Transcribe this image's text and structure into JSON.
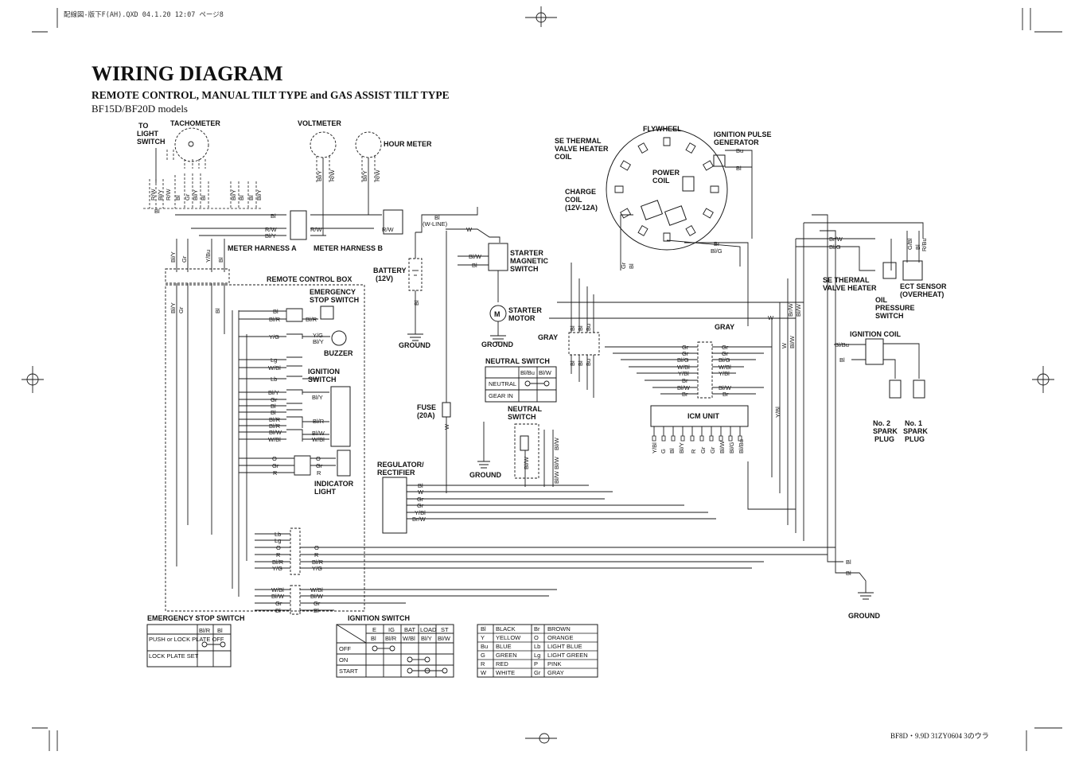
{
  "header": {
    "print_info": "配線図-版下F(AH).QXD  04.1.20  12:07  ページ8",
    "footer": "BF8D・9.9D  31ZY0604  3のウラ"
  },
  "title": "WIRING DIAGRAM",
  "subtitle": "REMOTE CONTROL, MANUAL TILT TYPE and GAS ASSIST TILT TYPE",
  "models": "BF15D/BF20D models",
  "components": {
    "to_light_switch": [
      "TO",
      "LIGHT",
      "SWITCH"
    ],
    "tachometer": "TACHOMETER",
    "voltmeter": "VOLTMETER",
    "hour_meter": "HOUR METER",
    "meter_harness_a": "METER HARNESS A",
    "meter_harness_b": "METER HARNESS B",
    "remote_control_box": "REMOTE CONTROL BOX",
    "emergency_stop_switch": [
      "EMERGENCY",
      "STOP SWITCH"
    ],
    "buzzer": "BUZZER",
    "ignition_switch": [
      "IGNITION",
      "SWITCH"
    ],
    "indicator_light": [
      "INDICATOR",
      "LIGHT"
    ],
    "battery": [
      "BATTERY",
      "(12V)"
    ],
    "ground": "GROUND",
    "w_line": [
      "Bl",
      "(W-LINE)"
    ],
    "starter_magnetic_switch": [
      "STARTER",
      "MAGNETIC",
      "SWITCH"
    ],
    "starter_motor": [
      "STARTER",
      "MOTOR"
    ],
    "neutral_switch": "NEUTRAL SWITCH",
    "neutral_switch_2": [
      "NEUTRAL",
      "SWITCH"
    ],
    "fuse": [
      "FUSE",
      "(20A)"
    ],
    "regulator_rectifier": [
      "REGULATOR/",
      "RECTIFIER"
    ],
    "se_thermal_valve_heater_coil": [
      "SE THERMAL",
      "VALVE HEATER",
      "COIL"
    ],
    "flywheel": "FLYWHEEL",
    "power_coil": [
      "POWER",
      "COIL"
    ],
    "charge_coil": [
      "CHARGE",
      "COIL",
      "(12V-12A)"
    ],
    "ignition_pulse_generator": [
      "IGNITION PULSE",
      "GENERATOR"
    ],
    "gray": "GRAY",
    "icm_unit": "ICM UNIT",
    "se_thermal_valve_heater": [
      "SE THERMAL",
      "VALVE HEATER"
    ],
    "ect_sensor": [
      "ECT SENSOR",
      "(OVERHEAT)"
    ],
    "oil_pressure_switch": [
      "OIL",
      "PRESSURE",
      "SWITCH"
    ],
    "ignition_coil": "IGNITION COIL",
    "spark_plug_2": [
      "No. 2",
      "SPARK",
      "PLUG"
    ],
    "spark_plug_1": [
      "No. 1",
      "SPARK",
      "PLUG"
    ],
    "starter_m": "M"
  },
  "neutral_table": {
    "cols": [
      "Bl/Bu",
      "Bl/W"
    ],
    "rows": [
      "NEUTRAL",
      "GEAR IN"
    ]
  },
  "emergency_table": {
    "title": "EMERGENCY STOP SWITCH",
    "cols": [
      "Bl/R",
      "Bl"
    ],
    "rows": [
      "PUSH or LOCK PLATE OFF",
      "LOCK PLATE SET"
    ]
  },
  "ignition_table": {
    "title": "IGNITION SWITCH",
    "top_cols": [
      "E",
      "IG",
      "BAT",
      "LOAD",
      "ST"
    ],
    "sub_cols": [
      "Bl",
      "Bl/R",
      "W/Bl",
      "Bl/Y",
      "Bl/W"
    ],
    "rows": [
      "OFF",
      "ON",
      "START"
    ]
  },
  "color_codes": [
    [
      "Bl",
      "BLACK",
      "Br",
      "BROWN"
    ],
    [
      "Y",
      "YELLOW",
      "O",
      "ORANGE"
    ],
    [
      "Bu",
      "BLUE",
      "Lb",
      "LIGHT BLUE"
    ],
    [
      "G",
      "GREEN",
      "Lg",
      "LIGHT GREEN"
    ],
    [
      "R",
      "RED",
      "P",
      "PINK"
    ],
    [
      "W",
      "WHITE",
      "Gr",
      "GRAY"
    ]
  ],
  "wire_labels": {
    "remote_left": [
      "Bl",
      "Bl/R",
      "Y/G",
      "Lg",
      "W/Bl",
      "Lb",
      "Bl/Y",
      "Gr",
      "Bl",
      "Bl",
      "Bl/R",
      "Bl/R",
      "Bl/W",
      "W/Bl",
      "O",
      "Gr",
      "R"
    ],
    "remote_right": [
      "Bl/R",
      "Y/G",
      "Bl/Y",
      "Bl/Y",
      "Bl/R",
      "Bl/W",
      "W/Bl",
      "O",
      "Gr",
      "R"
    ],
    "harness_lower_left": [
      "Lb",
      "Lg",
      "O",
      "R",
      "Bl/R",
      "Y/G",
      "W/Bl",
      "Bl/W",
      "Gr",
      "Bl"
    ],
    "harness_lower_right": [
      "O",
      "R",
      "Bl/R",
      "Y/G",
      "W/Bl",
      "Bl/W",
      "Gr",
      "Bl"
    ],
    "regulator": [
      "Bl",
      "W",
      "Gr",
      "Gr",
      "Y/Bl",
      "Br/W"
    ],
    "gray_conn_left": [
      "Gr",
      "Gr",
      "Bl/G",
      "W/Bl",
      "Y/Bl",
      "Br",
      "Bl/W",
      "Br"
    ],
    "gray_conn_right": [
      "Gr",
      "Gr",
      "Bl/G",
      "W/Bl",
      "Y/Bl",
      "Bl/W",
      "Br"
    ],
    "icm_bottom": [
      "Y/Bl",
      "G",
      "Bl",
      "Bl/Y",
      "R",
      "Gr",
      "Gr",
      "Bl/W",
      "Bl/G",
      "Bl/Bu"
    ],
    "meter_upper": [
      "R/W",
      "Bl/Y",
      "R/W",
      "Bl",
      "Gr",
      "Bl/Y",
      "Bl",
      "Bl/Y",
      "Bl",
      "Bl",
      "Bl/Y"
    ],
    "meter_row": [
      "Bl",
      "Bl",
      "R/W",
      "Bl/Y",
      "R/W",
      "R/W"
    ],
    "meter_vertical": [
      "Bl/Y",
      "Gr",
      "Y/Bu",
      "Bl",
      "Bl/Y",
      "Gr",
      "Bl"
    ],
    "voltmeter_vertical": [
      "Bl/Y",
      "R/W",
      "Bl/Y",
      "R/W"
    ],
    "ignition_coil": [
      "Bl/Bu",
      "Bl"
    ],
    "ect": [
      "G/Bl",
      "Bl",
      "R/Bu",
      "Bl/G"
    ],
    "top_right": [
      "Br/W",
      "Bl/G",
      "W"
    ],
    "w_line": [
      "W",
      "Bl/W",
      "Bl",
      "Bl"
    ],
    "gray_vertical": [
      "Bl",
      "Bl",
      "Bu",
      "Bl",
      "Bl",
      "Bu"
    ],
    "flywheel": [
      "Bu",
      "Bl",
      "Br",
      "Bl/G",
      "Gr",
      "Bl"
    ],
    "neutral_vertical": [
      "Bl/W",
      "Bl/W",
      "Bl/W",
      "Bl/W"
    ],
    "fuse_vertical": [
      "W",
      "W",
      "Bl"
    ],
    "icm_right": [
      "Y/Bl",
      "Br/W",
      "Bl/W",
      "W",
      "Bl/W"
    ],
    "ground_right": [
      "Bl",
      "Bl"
    ]
  }
}
